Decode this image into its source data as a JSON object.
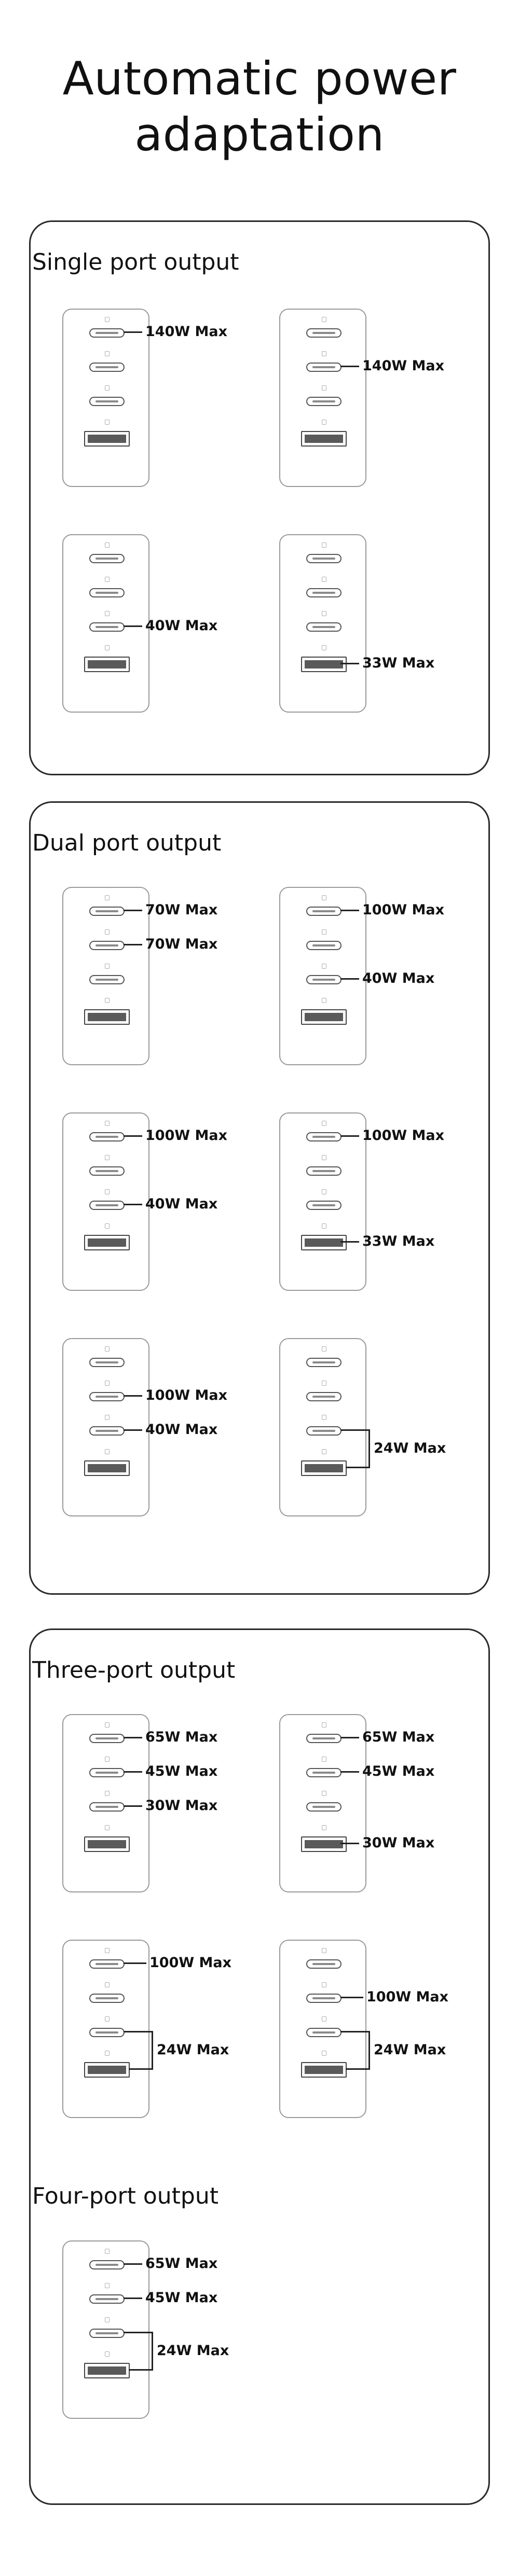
{
  "page": {
    "title_line1": "Automatic power",
    "title_line2": "adaptation"
  },
  "sections": {
    "single": {
      "title": "Single port output",
      "labels": [
        "140W Max",
        "140W Max",
        "40W Max",
        "33W Max"
      ]
    },
    "dual": {
      "title": "Dual port output",
      "labels": [
        "70W Max",
        "70W Max",
        "100W Max",
        "40W Max",
        "100W Max",
        "40W Max",
        "100W Max",
        "33W Max",
        "100W Max",
        "40W Max",
        "24W Max"
      ]
    },
    "three": {
      "title": "Three-port output",
      "labels": [
        "65W Max",
        "45W Max",
        "30W Max",
        "65W Max",
        "45W Max",
        "30W Max",
        "100W Max",
        "24W Max",
        "100W Max",
        "24W Max"
      ]
    },
    "four": {
      "title": "Four-port output",
      "labels": [
        "65W Max",
        "45W Max",
        "24W Max"
      ]
    }
  }
}
